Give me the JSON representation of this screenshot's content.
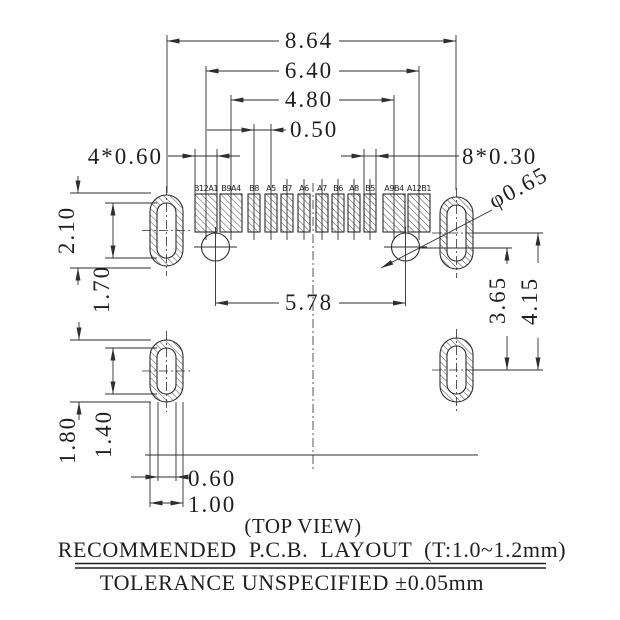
{
  "dimensions": {
    "overall_width": "8.64",
    "outer_pads_span": "6.40",
    "inner_pads_span": "4.80",
    "pad_pitch": "0.50",
    "wide_pads": "4*0.60",
    "narrow_pads": "8*0.30",
    "hole_dia": "φ0.65",
    "holes_span": "5.78",
    "side_pad_height": "2.10",
    "side_slot_height": "1.70",
    "hole_to_rear_pad": "3.65",
    "side_to_rear_pad": "4.15",
    "rear_pad_height": "1.80",
    "rear_slot_height": "1.40",
    "rear_slot_width": "0.60",
    "rear_pad_width": "1.00"
  },
  "pins": {
    "labels": [
      "B12A1",
      "B9A4",
      "B8",
      "A5",
      "B7",
      "A6",
      "A7",
      "B6",
      "A8",
      "B5",
      "A9B4",
      "A12B1"
    ]
  },
  "notes": {
    "view_label": "(TOP VIEW)",
    "layout_note": "RECOMMENDED  P.C.B.  LAYOUT  (T:1.0~1.2mm)",
    "tolerance_note": "TOLERANCE UNSPECIFIED ±0.05mm"
  },
  "colors": {
    "line": "#2e2e2e",
    "text": "#1f1f1f",
    "background": "#ffffff"
  }
}
